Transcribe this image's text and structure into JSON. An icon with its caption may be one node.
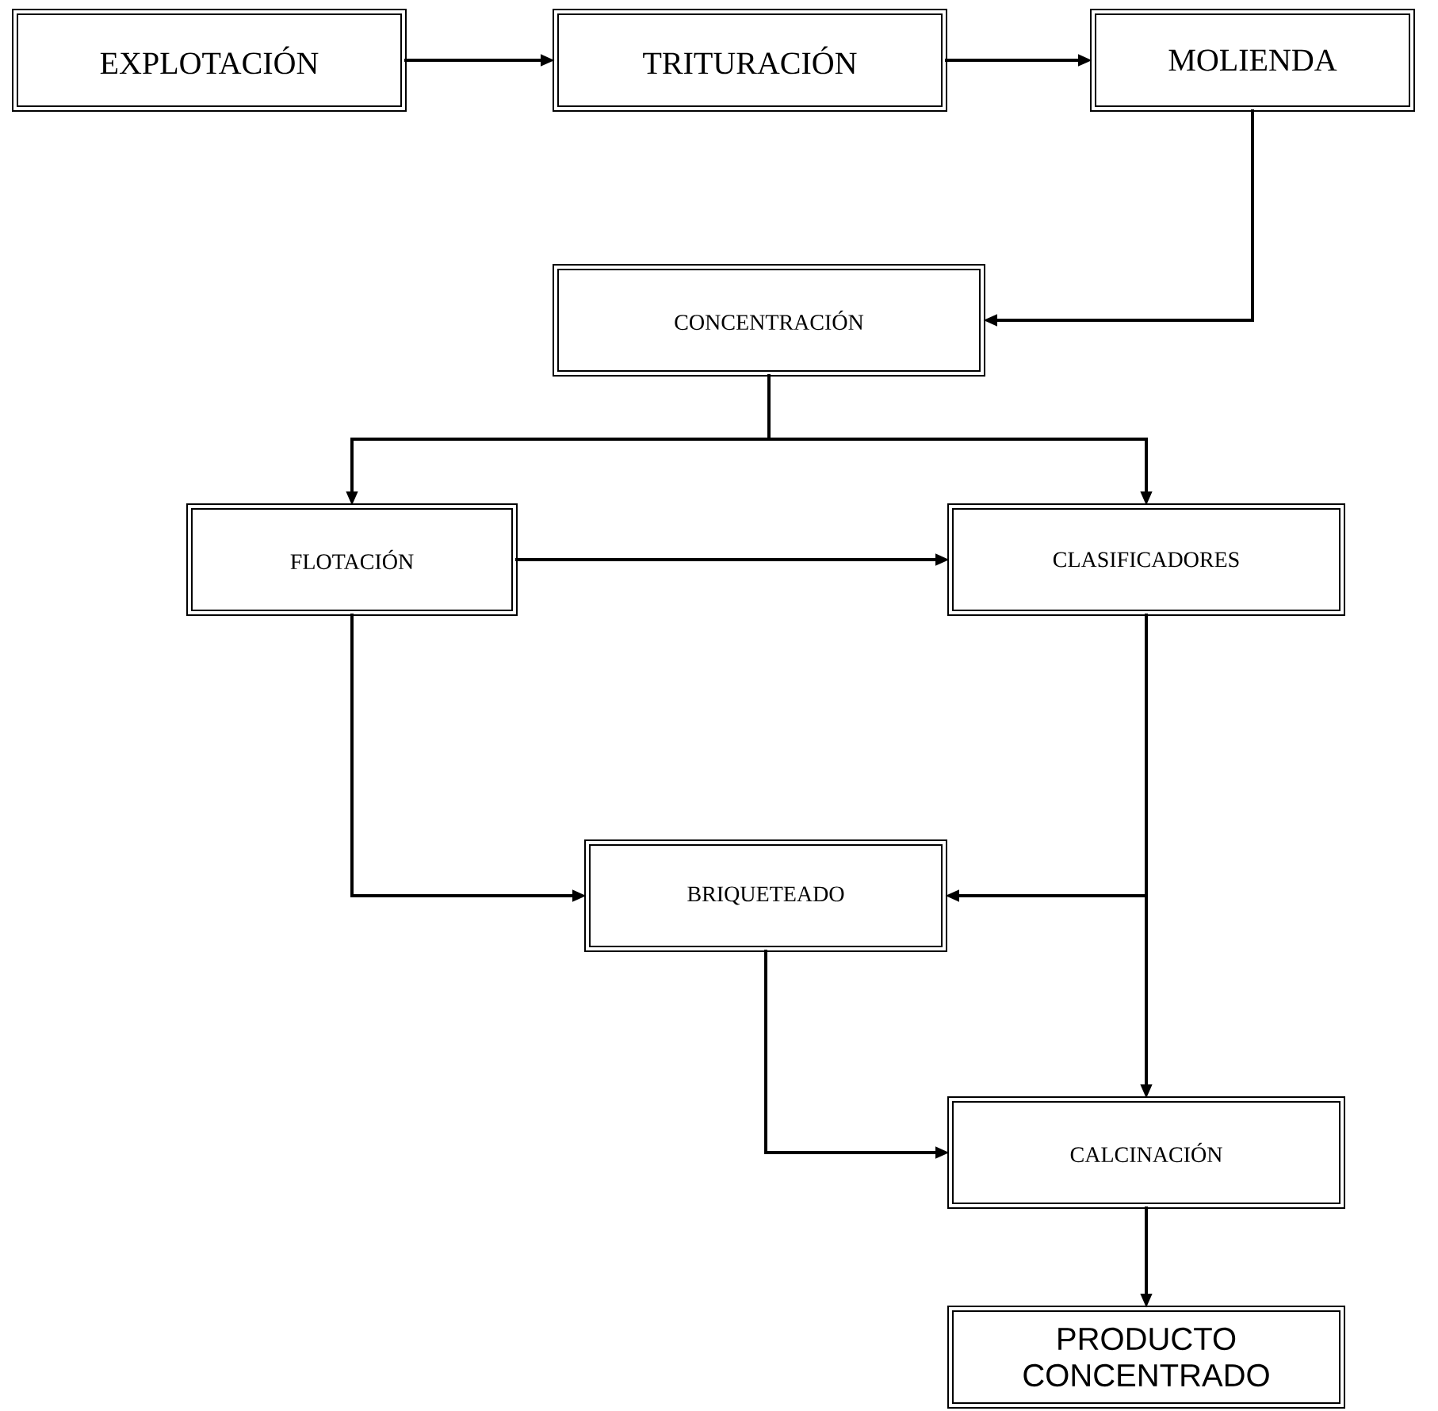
{
  "diagram": {
    "nodes": [
      {
        "text": [
          "EXPLOTACIÓN"
        ]
      },
      {
        "text": [
          "TRITURACIÓN"
        ]
      },
      {
        "text": [
          "MOLIENDA"
        ]
      },
      {
        "text": [
          "CONCENTRACIÓN"
        ]
      },
      {
        "text": [
          "FLOTACIÓN"
        ]
      },
      {
        "text": [
          "CLASIFICADORES"
        ]
      },
      {
        "text": [
          "BRIQUETEADO"
        ]
      },
      {
        "text": [
          "CALCINACIÓN"
        ]
      },
      {
        "text": [
          "PRODUCTO CONCENTRADO"
        ]
      }
    ],
    "edges": [
      {
        "from": 0,
        "to": 1,
        "arrow": "to"
      },
      {
        "from": 1,
        "to": 2,
        "arrow": "to"
      },
      {
        "from": 2,
        "to": 3,
        "arrow": "to"
      },
      {
        "from": 3,
        "to": 4,
        "arrow": "to"
      },
      {
        "from": 3,
        "to": 5,
        "arrow": "to"
      },
      {
        "from": 4,
        "to": 5,
        "arrow": "to"
      },
      {
        "from": 4,
        "to": 6,
        "arrow": "to"
      },
      {
        "from": 5,
        "to": 6,
        "arrow": "to"
      },
      {
        "from": 5,
        "to": 7,
        "arrow": "to"
      },
      {
        "from": 6,
        "to": 7,
        "arrow": "to"
      },
      {
        "from": 7,
        "to": 8,
        "arrow": "to"
      }
    ]
  }
}
